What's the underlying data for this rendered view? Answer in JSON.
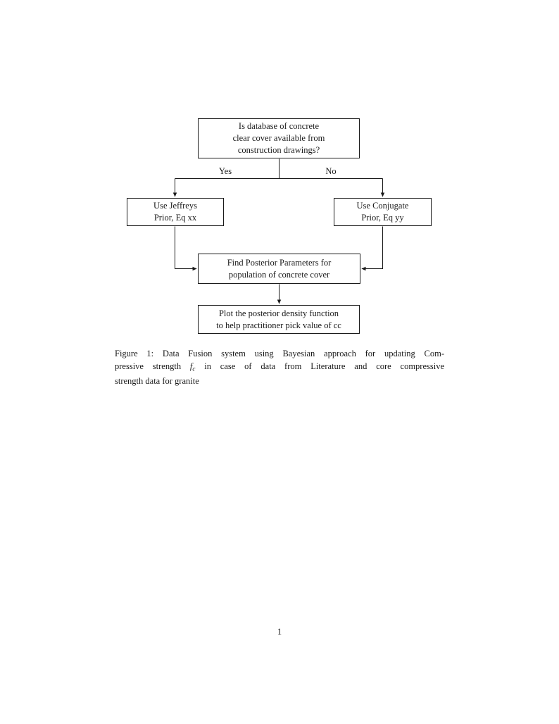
{
  "page": {
    "number": "1"
  },
  "flowchart": {
    "top_box": {
      "lines": [
        "Is database of concrete",
        "clear cover available from",
        "construction drawings?"
      ]
    },
    "yes_label": "Yes",
    "no_label": "No",
    "left_box": {
      "lines": [
        "Use Jeffreys",
        "Prior, Eq xx"
      ]
    },
    "right_box": {
      "lines": [
        "Use Conjugate",
        "Prior, Eq yy"
      ]
    },
    "middle_box": {
      "lines": [
        "Find Posterior Parameters for",
        "population of concrete cover"
      ]
    },
    "bottom_box": {
      "lines": [
        "Plot the posterior density function",
        "to help practitioner pick value of cc"
      ]
    }
  },
  "caption": {
    "line1": "Figure 1: Data Fusion system using Bayesian approach for updating Com-",
    "line2_pre": "pressive strength",
    "math_variable": "f",
    "math_subscript": "c",
    "line2_post": "in case of data from Literature and core compressive",
    "line3": "strength data for granite"
  },
  "colors": {
    "ink": "#1a1a1a",
    "background": "#ffffff"
  }
}
